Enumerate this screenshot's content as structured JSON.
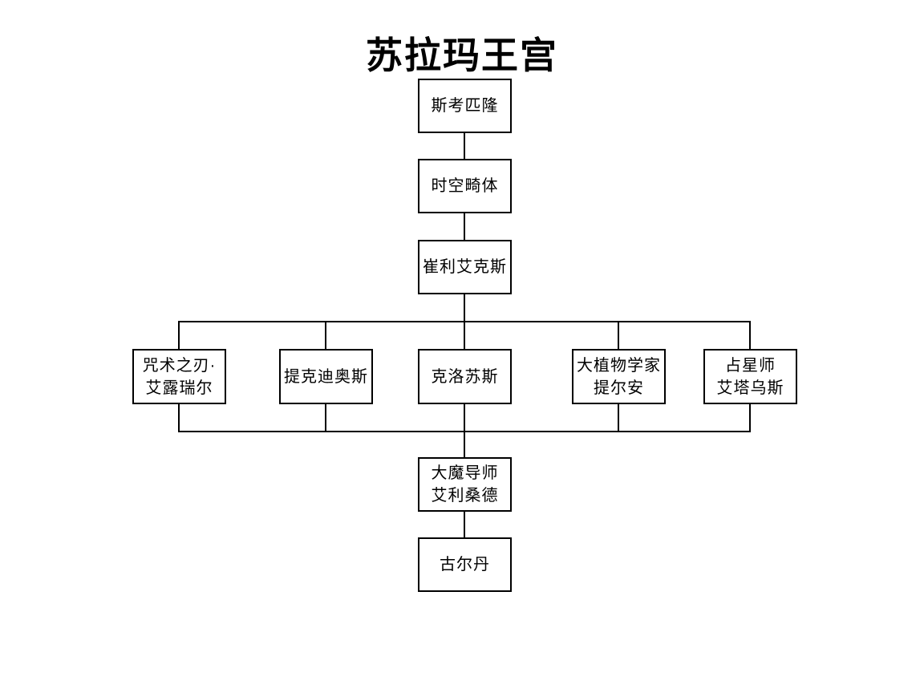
{
  "diagram": {
    "title": "苏拉玛王宫",
    "nodes": [
      {
        "id": "skorpyron",
        "label": "斯考匹隆"
      },
      {
        "id": "chronomatic-anomaly",
        "label": "时空畸体"
      },
      {
        "id": "trilliax",
        "label": "崔利艾克斯"
      },
      {
        "id": "spellblade-aluriel",
        "label": "咒术之刃·\n艾露瑞尔"
      },
      {
        "id": "tichondrius",
        "label": "提克迪奥斯"
      },
      {
        "id": "krosus",
        "label": "克洛苏斯"
      },
      {
        "id": "high-botanist-telarn",
        "label": "大植物学家\n提尔安"
      },
      {
        "id": "star-augur-etraeus",
        "label": "占星师\n艾塔乌斯"
      },
      {
        "id": "grand-magistrix-elisande",
        "label": "大魔导师\n艾利桑德"
      },
      {
        "id": "guldan",
        "label": "古尔丹"
      }
    ],
    "edges": [
      {
        "from": "斯考匹隆",
        "to": "时空畸体"
      },
      {
        "from": "时空畸体",
        "to": "崔利艾克斯"
      },
      {
        "from": "崔利艾克斯",
        "to": "咒术之刃·艾露瑞尔"
      },
      {
        "from": "崔利艾克斯",
        "to": "提克迪奥斯"
      },
      {
        "from": "崔利艾克斯",
        "to": "克洛苏斯"
      },
      {
        "from": "崔利艾克斯",
        "to": "大植物学家提尔安"
      },
      {
        "from": "崔利艾克斯",
        "to": "占星师艾塔乌斯"
      },
      {
        "from": "咒术之刃·艾露瑞尔",
        "to": "大魔导师艾利桑德"
      },
      {
        "from": "提克迪奥斯",
        "to": "大魔导师艾利桑德"
      },
      {
        "from": "克洛苏斯",
        "to": "大魔导师艾利桑德"
      },
      {
        "from": "大植物学家提尔安",
        "to": "大魔导师艾利桑德"
      },
      {
        "from": "占星师艾塔乌斯",
        "to": "大魔导师艾利桑德"
      },
      {
        "from": "大魔导师艾利桑德",
        "to": "古尔丹"
      }
    ],
    "colors": {
      "background": "#ffffff",
      "line": "#000000",
      "text": "#000000"
    }
  }
}
